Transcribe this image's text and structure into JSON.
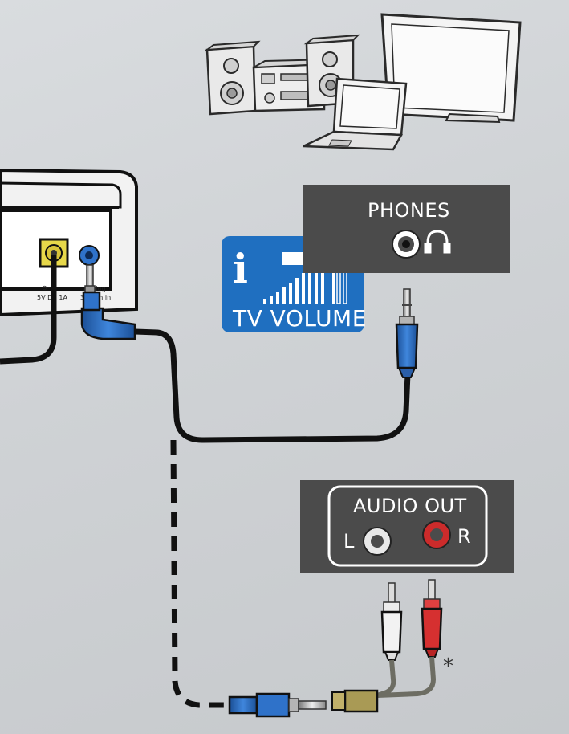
{
  "device_labels": {
    "power_symbol": "⊖–⊕",
    "power_rating": "5V DC 1A",
    "analog_in_line1": "Analog",
    "analog_in_line2": "3.5mm in"
  },
  "tv_volume_box": {
    "text": "TV VOLUME",
    "info_symbol": "i",
    "color": "#1f6fc0"
  },
  "phones_panel": {
    "label": "PHONES",
    "icon": "headphones-icon"
  },
  "audio_out_panel": {
    "label": "AUDIO OUT",
    "left": "L",
    "right": "R",
    "left_jack_color": "#e8e8e8",
    "right_jack_color": "#cc2b2b"
  },
  "footnote_marker": "*",
  "colors": {
    "panel": "#4b4b4b",
    "plug_blue": "#2f72c9",
    "cable": "#111111",
    "power_jack": "#e7d84a"
  }
}
